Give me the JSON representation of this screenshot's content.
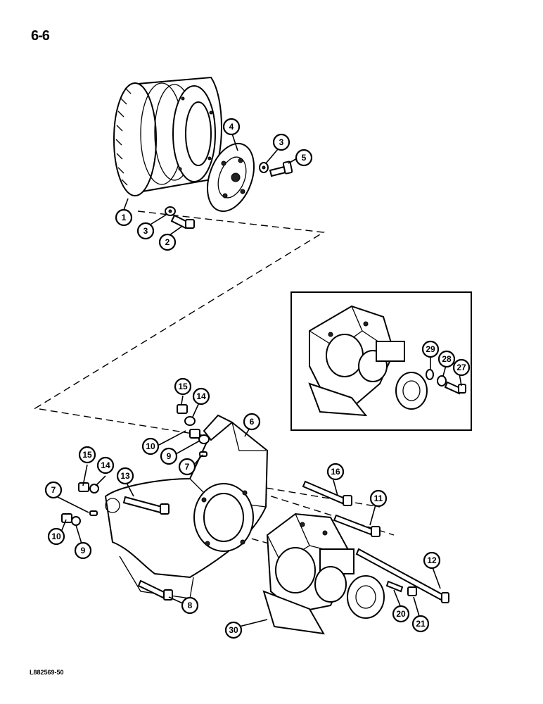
{
  "page": {
    "number": "6-6",
    "figure_ref": "L882569-50"
  },
  "callouts": {
    "c1": "1",
    "c2": "2",
    "c3a": "3",
    "c3b": "3",
    "c4": "4",
    "c5": "5",
    "c6": "6",
    "c7a": "7",
    "c7b": "7",
    "c8": "8",
    "c9a": "9",
    "c9b": "9",
    "c10a": "10",
    "c10b": "10",
    "c11": "11",
    "c12": "12",
    "c13": "13",
    "c14a": "14",
    "c14b": "14",
    "c15a": "15",
    "c15b": "15",
    "c16": "16",
    "c20": "20",
    "c21": "21",
    "c27": "27",
    "c28": "28",
    "c29": "29",
    "c30": "30"
  }
}
